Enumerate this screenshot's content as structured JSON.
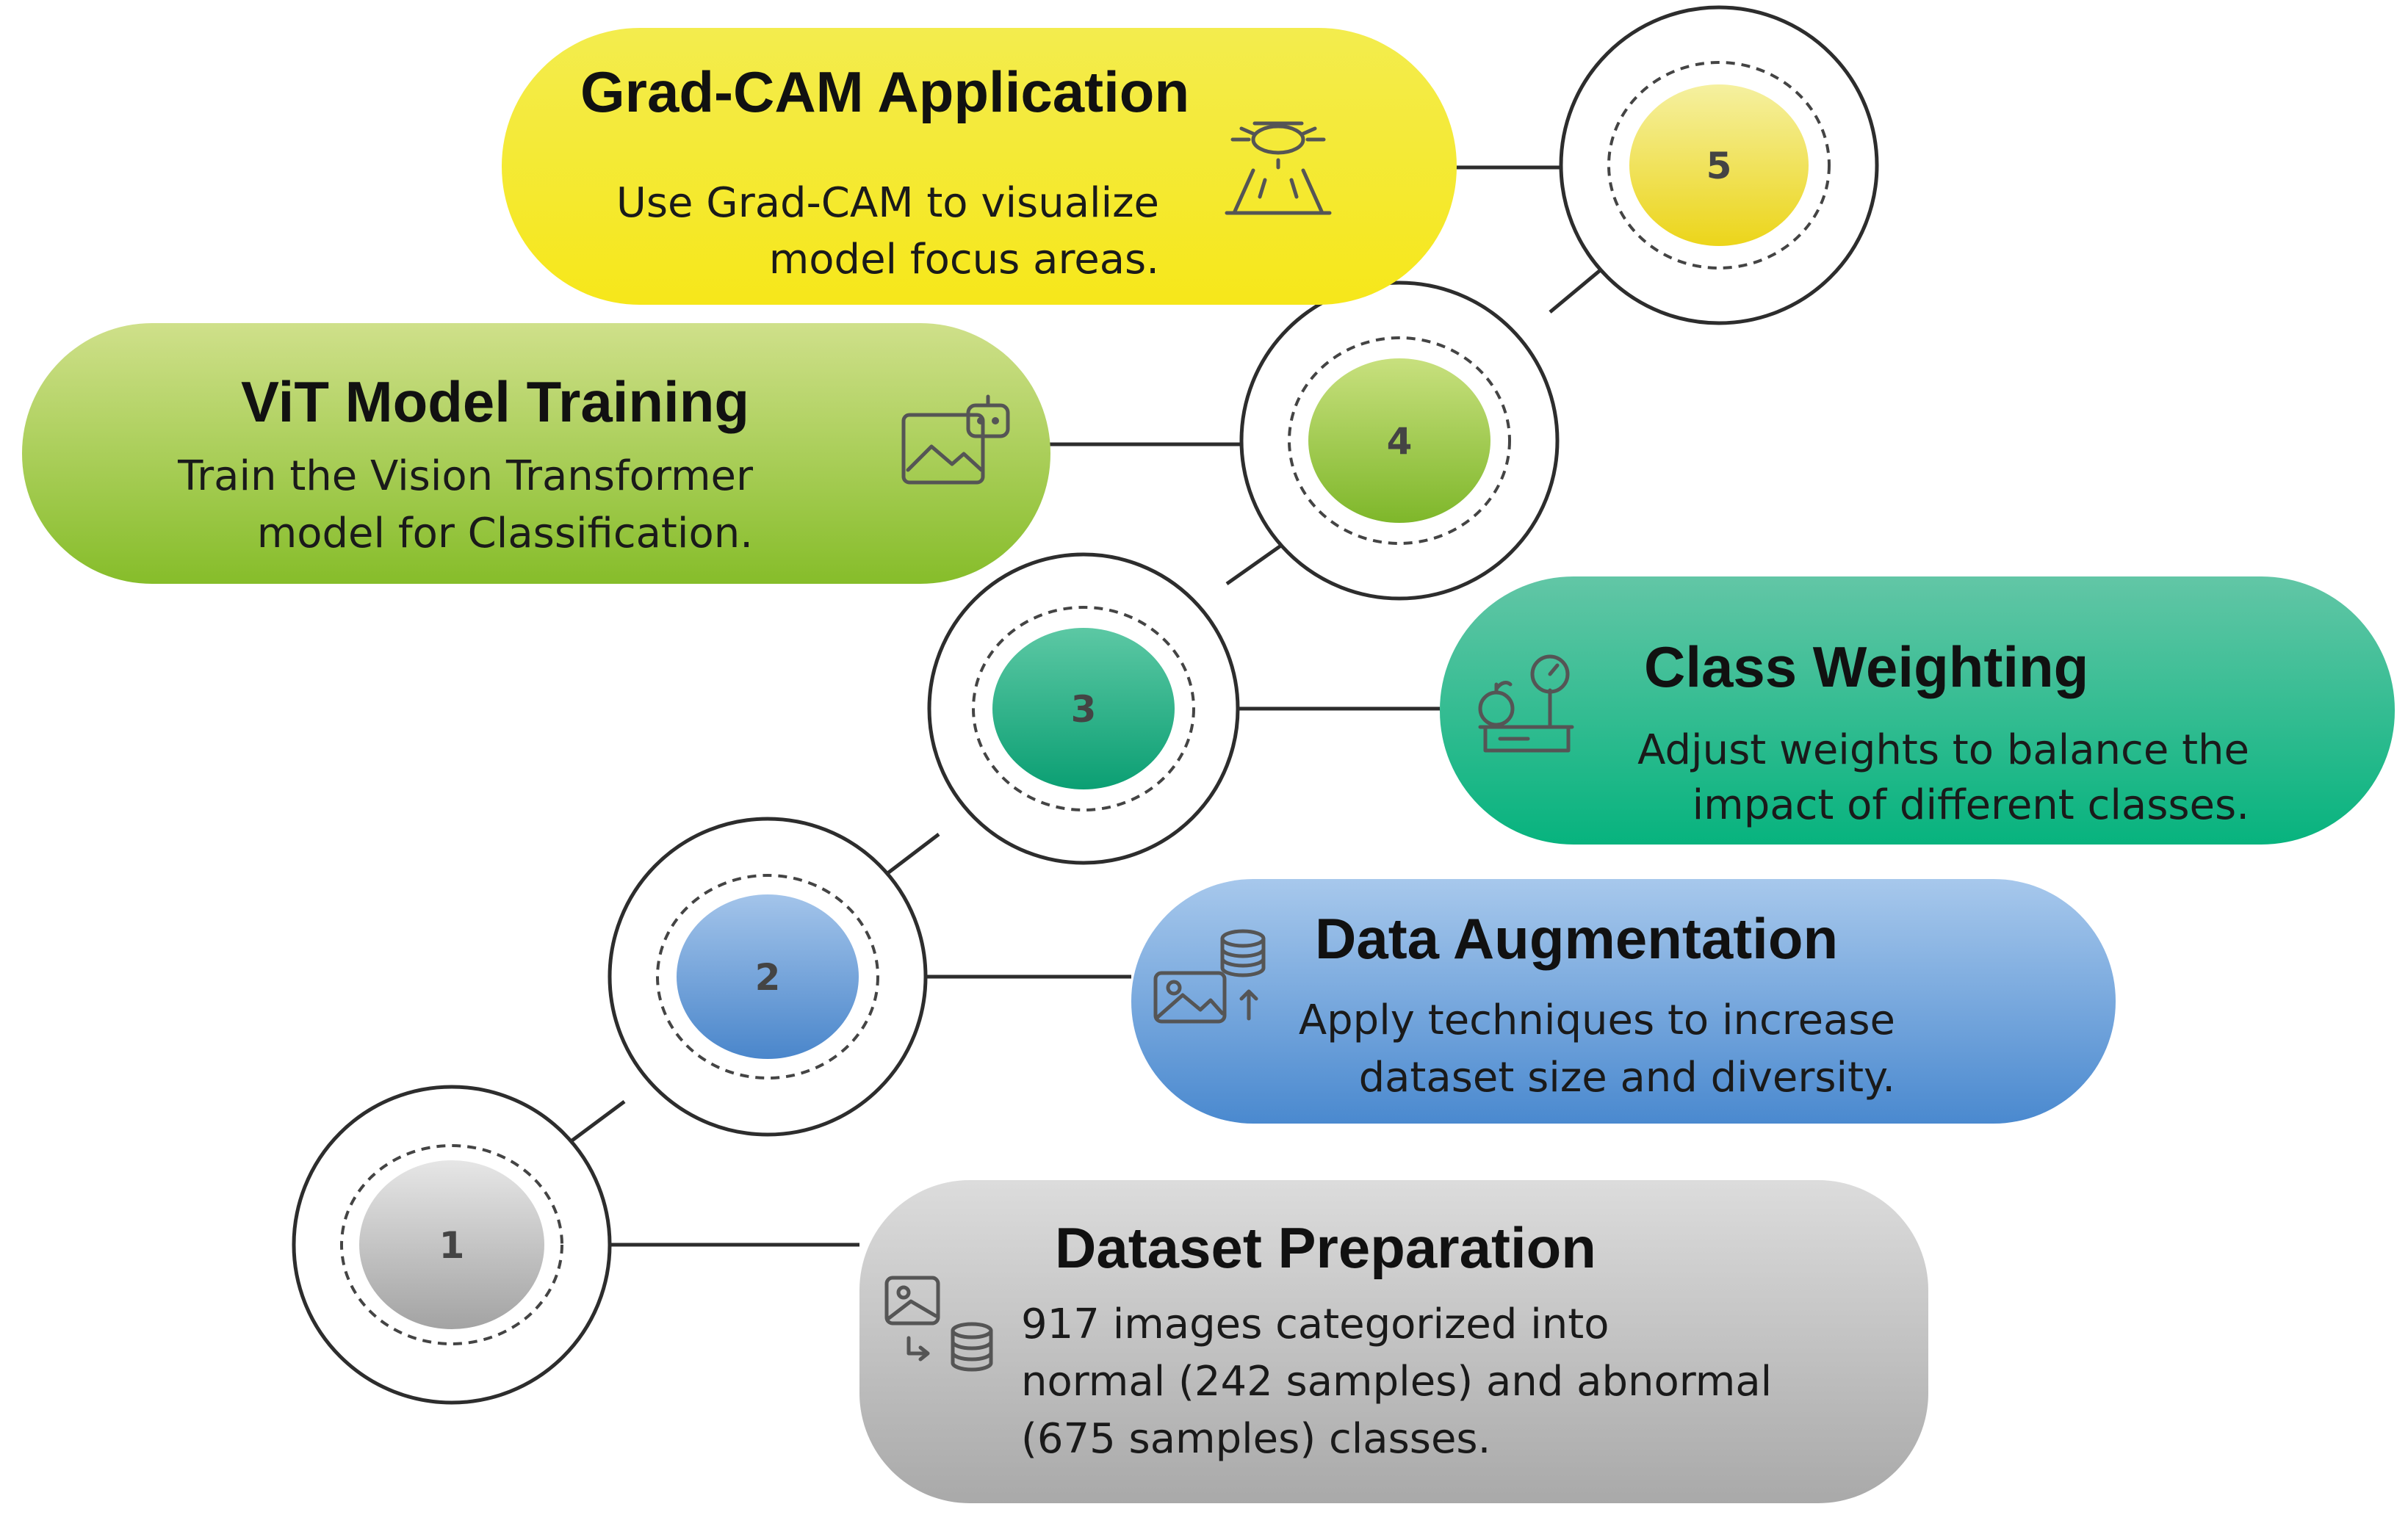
{
  "steps": [
    {
      "number": "1",
      "title": "Dataset Preparation",
      "lines": [
        "917  images categorized into",
        "normal (242 samples) and abnormal",
        "(675 samples) classes."
      ],
      "icon": "image-to-database-icon",
      "colors": {
        "pill_top": "#dcdcdc",
        "pill_bottom": "#a9a9a9",
        "node_top": "#e6e6e6",
        "node_bottom": "#a3a3a3"
      }
    },
    {
      "number": "2",
      "title": "Data Augmentation",
      "lines": [
        "Apply techniques to increase",
        "dataset size and diversity."
      ],
      "icon": "image-augment-database-icon",
      "colors": {
        "pill_top": "#a7c8ec",
        "pill_bottom": "#4a89cf",
        "node_top": "#a3c4ea",
        "node_bottom": "#4a86cb"
      }
    },
    {
      "number": "3",
      "title": "Class Weighting",
      "lines": [
        "Adjust weights to balance the",
        "impact of different classes."
      ],
      "icon": "weighing-scale-icon",
      "colors": {
        "pill_top": "#62c6a6",
        "pill_bottom": "#07b37e",
        "node_top": "#5cc8a4",
        "node_bottom": "#0b9f73"
      }
    },
    {
      "number": "4",
      "title": "ViT Model Training",
      "lines": [
        "Train the Vision Transformer",
        "model for Classification."
      ],
      "icon": "image-robot-icon",
      "colors": {
        "pill_top": "#cfe08a",
        "pill_bottom": "#86bd2a",
        "node_top": "#c8e07e",
        "node_bottom": "#7eb72a"
      }
    },
    {
      "number": "5",
      "title": "Grad-CAM Application",
      "lines": [
        "Use Grad-CAM to visualize",
        "model focus areas."
      ],
      "icon": "spotlight-scan-icon",
      "colors": {
        "pill_top": "#f3ec4e",
        "pill_bottom": "#f6e71a",
        "node_top": "#f5f0a0",
        "node_bottom": "#ecd51a"
      }
    }
  ]
}
